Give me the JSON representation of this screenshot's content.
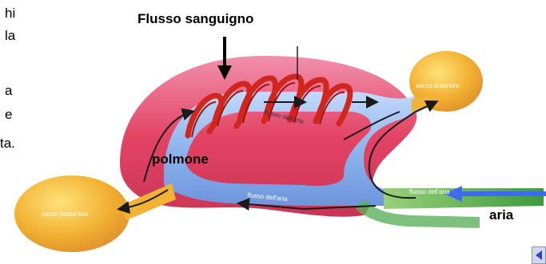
{
  "left_text_fragments": [
    "hi",
    "la",
    "a",
    "e",
    "ta."
  ],
  "labels": {
    "blood_flow": "Flusso sanguigno",
    "lung": "polmone",
    "air": "aria",
    "anterior_sac": "sacco anteriore",
    "posterior_sac": "sacco posteriore",
    "airflow_top": "flusso dell'aria",
    "airflow_bottom": "flusso dell'aria",
    "airflow_right": "flusso dell'aria"
  },
  "icons": {
    "nav_prev": "back-triangle-icon"
  },
  "colors": {
    "sac": "#f2b233",
    "tissue": "#e23a5c",
    "airway": "#8fb6ee",
    "blood_coil": "#d0261e",
    "arrow_blue": "#3d6bf0",
    "green_duct": "#4da84a"
  }
}
